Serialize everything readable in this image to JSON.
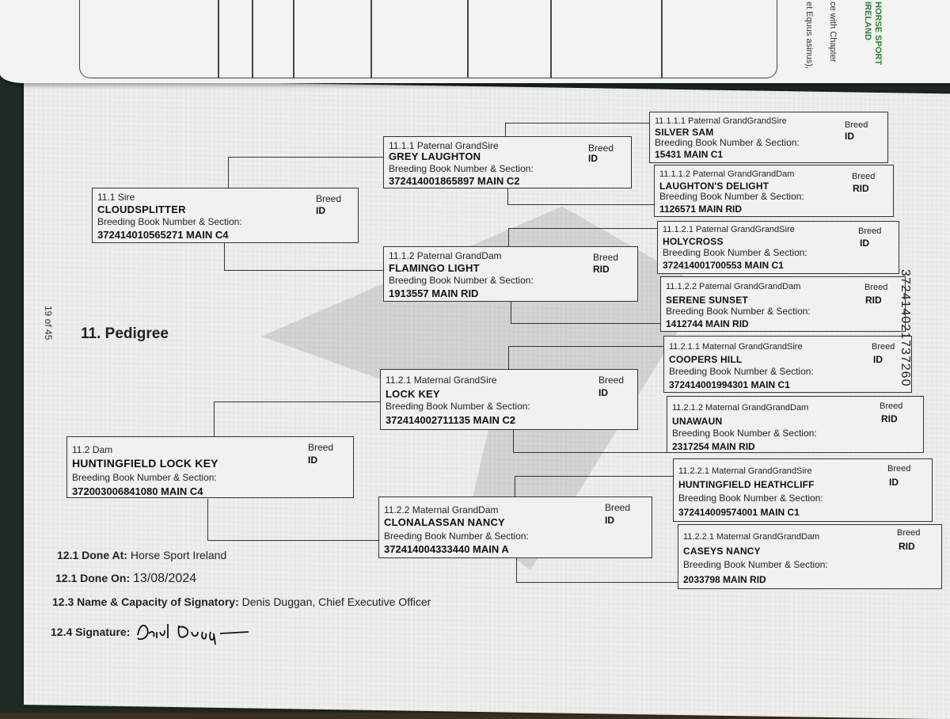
{
  "header": {
    "org_line1": "HORSE SPORT",
    "org_line2": "IRELAND",
    "side_text1": "ce with Chapter",
    "side_text2": "et Equus asinus),"
  },
  "page_number": "19 of 45",
  "side_number": "372414021737260",
  "section_title": "11. Pedigree",
  "labels": {
    "breed": "Breed",
    "bb": "Breeding Book Number & Section:"
  },
  "pedigree": {
    "sire": {
      "label": "11.1 Sire",
      "name": "CLOUDSPLITTER",
      "number": "372414010565271 MAIN C4",
      "breed": "ID"
    },
    "dam": {
      "label": "11.2 Dam",
      "name": "HUNTINGFIELD LOCK KEY",
      "number": "372003006841080 MAIN C4",
      "breed": "ID"
    },
    "pgs": {
      "label": "11.1.1 Paternal GrandSire",
      "name": "GREY LAUGHTON",
      "number": "372414001865897 MAIN C2",
      "breed": "ID"
    },
    "pgd": {
      "label": "11.1.2 Paternal GrandDam",
      "name": "FLAMINGO LIGHT",
      "number": "1913557 MAIN RID",
      "breed": "RID"
    },
    "mgs": {
      "label": "11.2.1 Maternal GrandSire",
      "name": "LOCK KEY",
      "number": "372414002711135 MAIN C2",
      "breed": "ID"
    },
    "mgd": {
      "label": "11.2.2 Maternal GrandDam",
      "name": "CLONALASSAN NANCY",
      "number": "372414004333440 MAIN A",
      "breed": "ID"
    },
    "g1": {
      "label": "11.1.1.1 Paternal GrandGrandSire",
      "name": "SILVER SAM",
      "number": "15431 MAIN C1",
      "breed": "ID"
    },
    "g2": {
      "label": "11.1.1.2 Paternal GrandGrandDam",
      "name": "LAUGHTON'S DELIGHT",
      "number": "1126571 MAIN RID",
      "breed": "RID"
    },
    "g3": {
      "label": "11.1.2.1 Paternal GrandGrandSire",
      "name": "HOLYCROSS",
      "number": "372414001700553 MAIN C1",
      "breed": "ID"
    },
    "g4": {
      "label": "11.1.2.2 Paternal GrandGrandDam",
      "name": "SERENE SUNSET",
      "number": "1412744 MAIN RID",
      "breed": "RID"
    },
    "g5": {
      "label": "11.2.1.1 Maternal GrandGrandSire",
      "name": "COOPERS HILL",
      "number": "372414001994301 MAIN C1",
      "breed": "ID"
    },
    "g6": {
      "label": "11.2.1.2 Maternal GrandGrandDam",
      "name": "UNAWAUN",
      "number": "2317254 MAIN RID",
      "breed": "RID"
    },
    "g7": {
      "label": "11.2.2.1 Maternal GrandGrandSire",
      "name": "HUNTINGFIELD HEATHCLIFF",
      "number": "372414009574001 MAIN C1",
      "breed": "ID"
    },
    "g8": {
      "label": "11.2.2.1 Maternal GrandGrandDam",
      "name": "CASEYS NANCY",
      "number": "2033798 MAIN RID",
      "breed": "RID"
    }
  },
  "footer": {
    "done_at_label": "12.1 Done At:",
    "done_at_value": "Horse Sport Ireland",
    "done_on_label": "12.1 Done On:",
    "done_on_value": "13/08/2024",
    "signatory_label": "12.3 Name & Capacity of Signatory:",
    "signatory_value": "Denis Duggan, Chief Executive Officer",
    "signature_label": "12.4 Signature:"
  }
}
